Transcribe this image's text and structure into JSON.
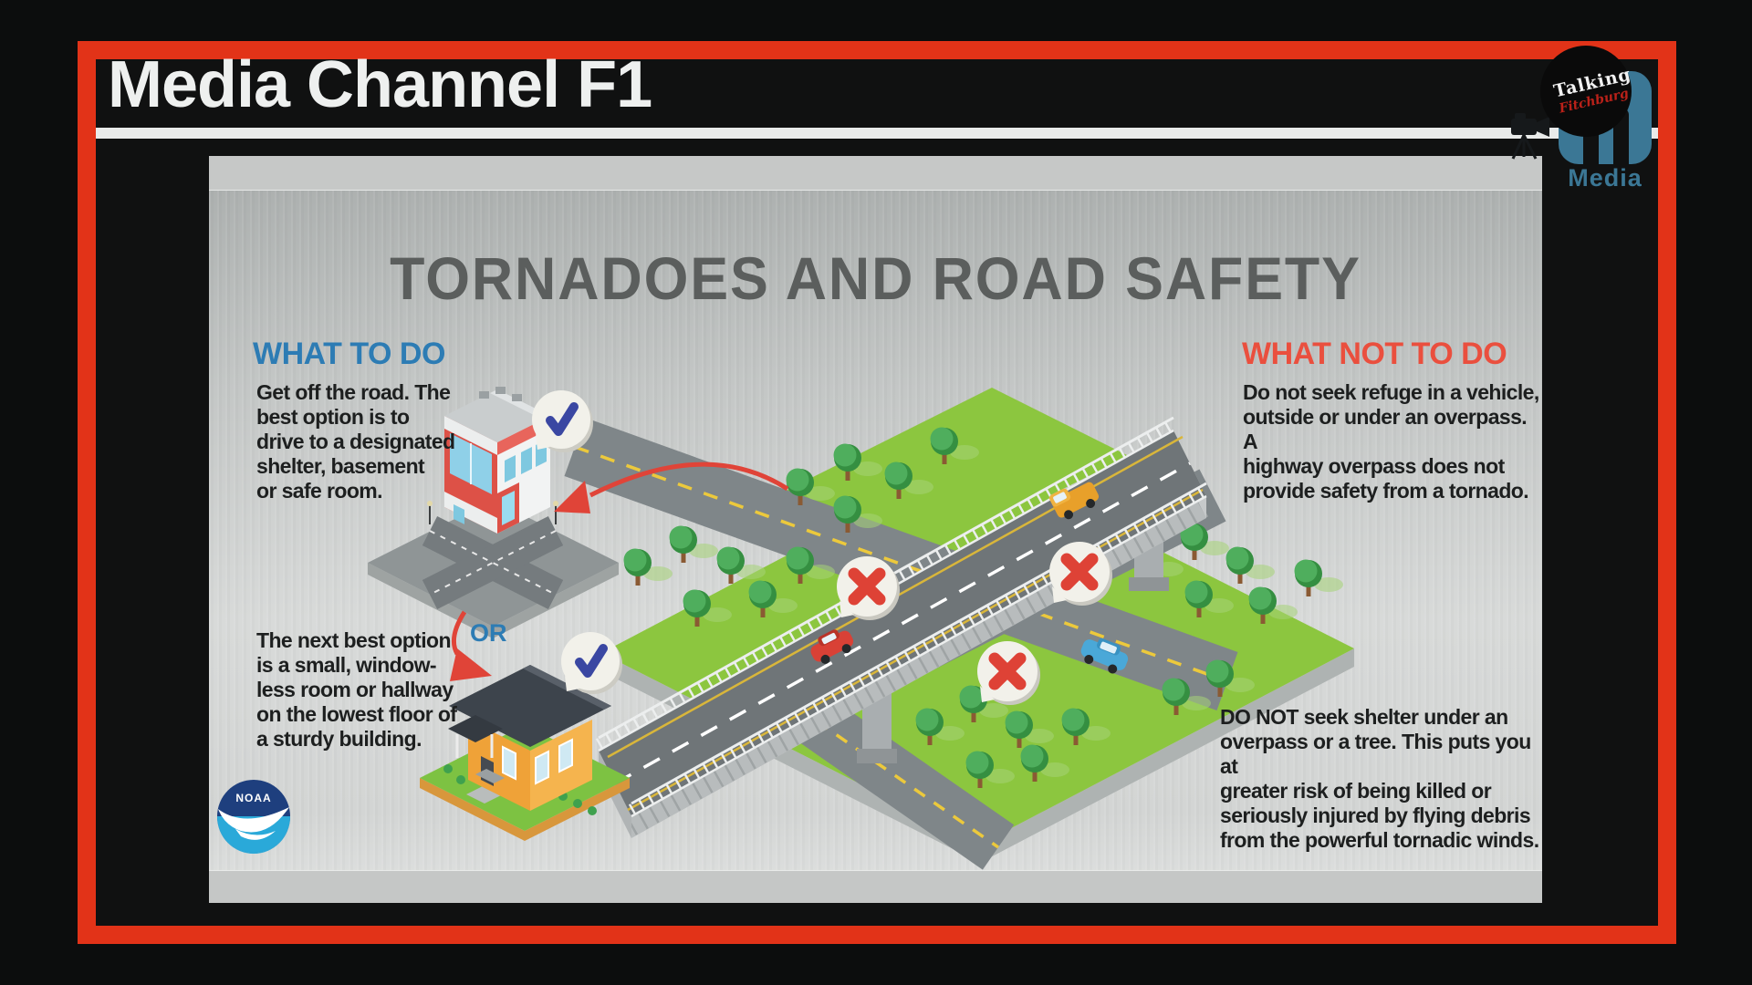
{
  "frame": {
    "channel_title": "Media Channel F1"
  },
  "logo": {
    "line1": "Talking",
    "line2": "Fitchburg",
    "media_label": "Media"
  },
  "infographic": {
    "title": "TORNADOES AND ROAD SAFETY",
    "what_to_do": {
      "heading": "WHAT TO DO",
      "paragraph1": "Get off the road. The\nbest option is to\ndrive to a designated\nshelter, basement\nor safe room.",
      "or_label": "OR",
      "paragraph2": "The next best option\nis a small, window-\nless room or hallway\non the lowest floor of\na sturdy building."
    },
    "what_not_to_do": {
      "heading": "WHAT NOT TO DO",
      "paragraph1": "Do not seek refuge in a vehicle,\noutside or under an overpass. A\nhighway overpass does not\nprovide safety from a tornado.",
      "paragraph2": "DO NOT seek shelter under an\noverpass or a tree. This puts you at\ngreater risk of being killed or\nseriously injured by flying debris\nfrom the powerful tornadic winds."
    },
    "noaa_label": "NOAA"
  },
  "colors": {
    "frame_red": "#e23318",
    "heading_blue": "#2d7cb4",
    "heading_red": "#ea4f3e",
    "check_blue": "#3a47a2",
    "x_red": "#de4236",
    "grass_green": "#8cc63f",
    "road_gray": "#7f8689",
    "panel_gray": "#c6c8c7",
    "logo_teal": "#3b7795"
  }
}
